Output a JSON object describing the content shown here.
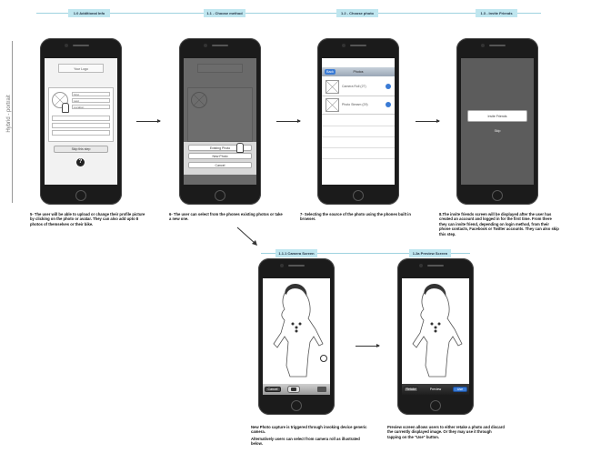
{
  "steps": [
    {
      "label": "1.0 Additional Info"
    },
    {
      "label": "1.1 - Choose method"
    },
    {
      "label": "1.2 - Choose photo"
    },
    {
      "label": "1.3 - Invite Friends"
    },
    {
      "label": "1.1.1 Camera Screen"
    },
    {
      "label": "1.2a  Preview Screen"
    }
  ],
  "side_label": "Hybrid - portrait",
  "screen1": {
    "header": "Your Logo",
    "field1": "First",
    "field2": "Last",
    "field3": "Location",
    "skip": "Skip this step",
    "help": "?"
  },
  "screen2": {
    "existing": "Existing Photo",
    "new_photo": "New Photo",
    "cancel": "Cancel"
  },
  "screen3": {
    "back": "Back",
    "title": "Photos",
    "row1": "Camera Roll (27)",
    "row2": "Photo Stream (29)"
  },
  "screen4": {
    "invite": "Invite Friends",
    "skip": "Skip"
  },
  "camera_screen": {
    "cancel": "Cancel"
  },
  "preview_screen": {
    "retake": "Retake",
    "preview": "Preview",
    "use": "Use"
  },
  "captions": {
    "c1": "5- The user will be able to upload or change their profile picture by clicking on the photo or avatar. They can also add upto 8 photos of themselves or their bike.",
    "c2": "6- The user can select from the phones existing photos or take a new one.",
    "c3": "7- Selecting the source of the photo using the phones built in browser.",
    "c4": "8.The invite friends screen will be displayed after the user has created an account and logged in for the first time. From there they can invite friend, depending on login method, from their phone contacts, Facebook or Twitter accounts. They can also skip this step.",
    "c5a": "New Photo capture is triggered through invoking device generic camera.",
    "c5b": "Alternatively users can select from camera roll as illustrated below.",
    "c6": "Preview screen allows users to either retake a photo and discard the currently displayed image. Or they may use it through tapping on the \"Use\" button."
  },
  "colors": {
    "step_bar": "#bfe6ef",
    "ios_blue": "#3a7bd5"
  }
}
